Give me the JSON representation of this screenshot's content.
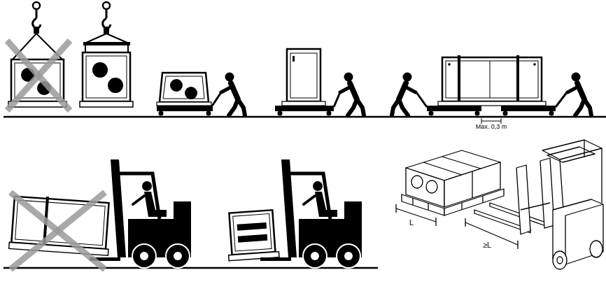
{
  "diagram": {
    "labels": [
      "Max. 0,3 m",
      "L",
      "≥L"
    ]
  }
}
